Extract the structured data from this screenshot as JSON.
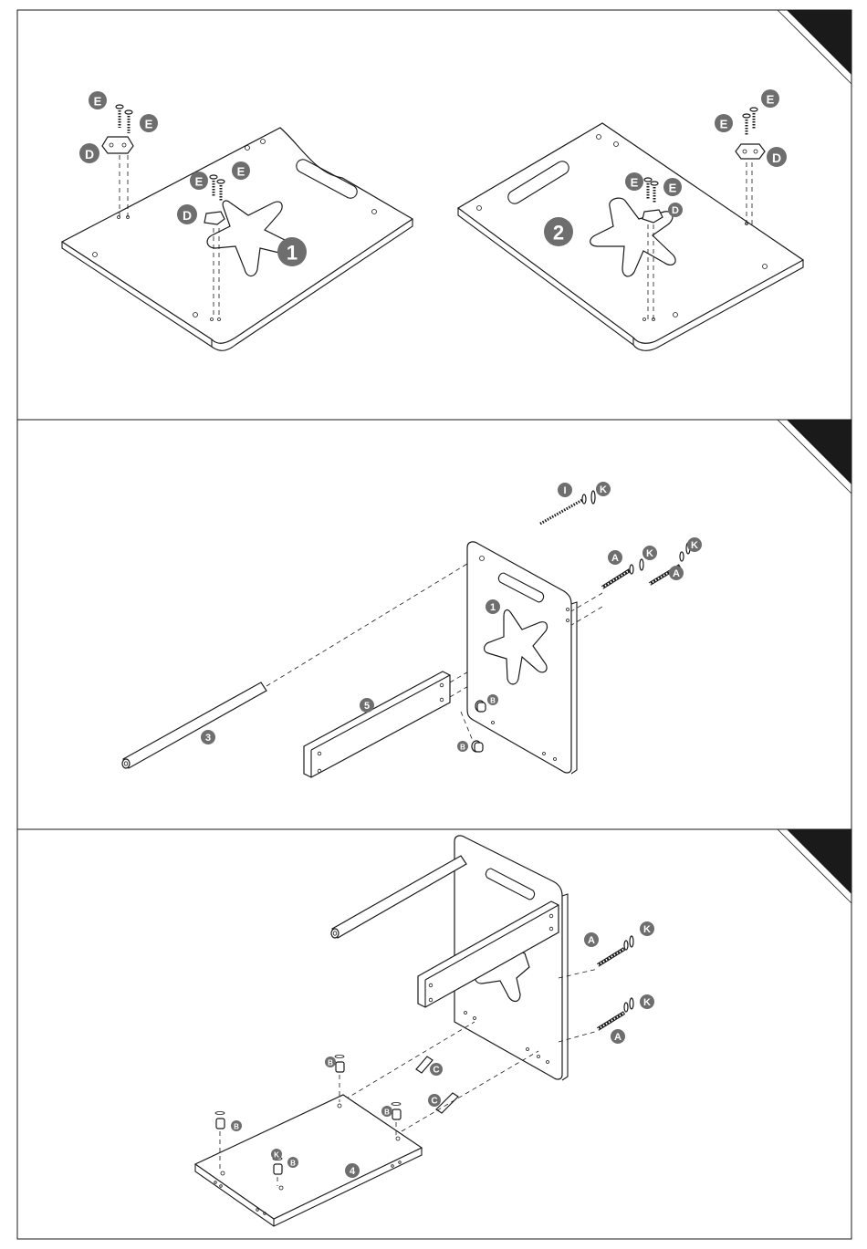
{
  "steps": [
    {
      "part_label": "1",
      "hardware_labels": [
        "E",
        "E",
        "D",
        "E",
        "E",
        "D"
      ]
    },
    {
      "part_label": "2",
      "hardware_labels": [
        "E",
        "E",
        "D",
        "E",
        "E",
        "D"
      ]
    },
    {
      "part_labels": [
        "1",
        "3",
        "5"
      ],
      "hardware_labels": [
        "I",
        "K",
        "A",
        "K",
        "A",
        "K",
        "B",
        "B"
      ]
    },
    {
      "part_labels": [
        "4"
      ],
      "hardware_labels": [
        "A",
        "K",
        "A",
        "K",
        "C",
        "C",
        "B",
        "B",
        "B",
        "B",
        "K"
      ]
    }
  ],
  "colors": {
    "badge": "#6e6e6e",
    "line": "#1a1a1a",
    "corner_tab": "#1a1a1a"
  }
}
